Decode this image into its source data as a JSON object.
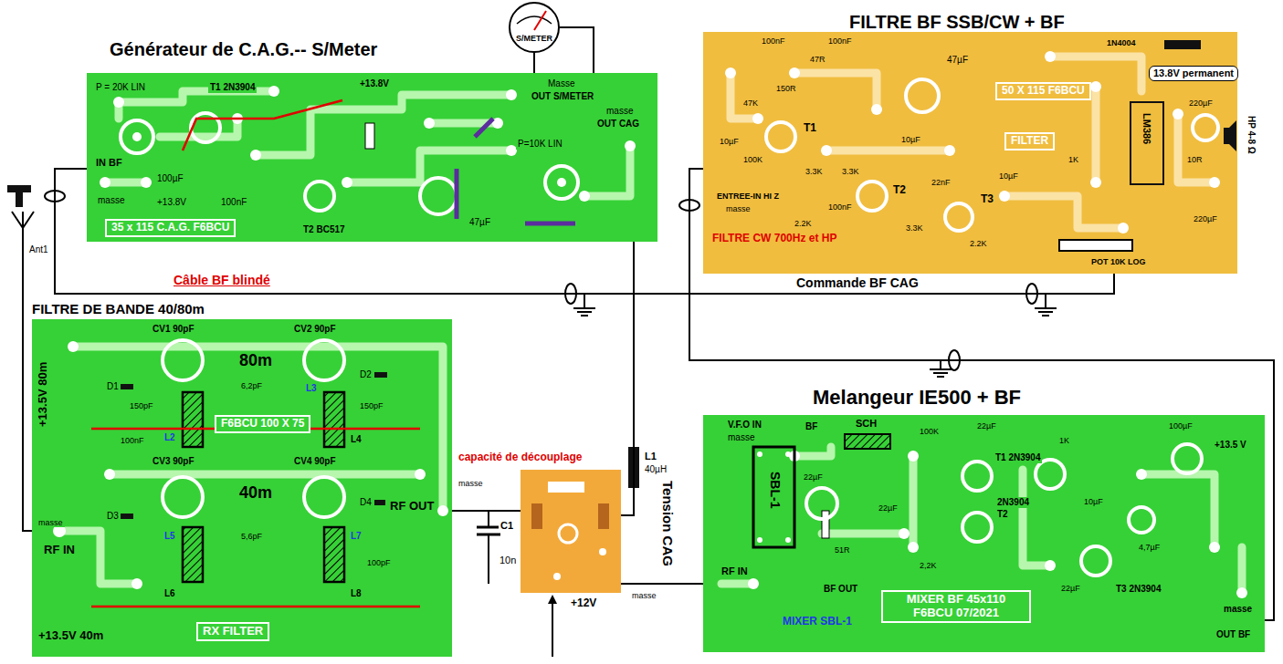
{
  "diagram": {
    "nodes": [
      {
        "text": [
          "Générateur de C.A.G.-- S/Meter",
          "35 x 115 C.A.G. F6BCU"
        ]
      },
      {
        "text": [
          "S/METER"
        ]
      },
      {
        "text": [
          "FILTRE BF SSB/CW + BF",
          "50 X 115 F6BCU",
          "FILTER",
          "FILTRE CW 700Hz et HP"
        ]
      },
      {
        "text": [
          "FILTRE DE BANDE 40/80m",
          "F6BCU 100 X 75",
          "RX FILTER"
        ]
      },
      {
        "text": [
          "+12V"
        ]
      },
      {
        "text": [
          "Melangeur IE500 + BF",
          "MIXER BF 45x110 F6BCU 07/2021"
        ]
      }
    ],
    "edges": [
      {
        "from": 1,
        "to": 0,
        "arrow": "none"
      },
      {
        "from": 0,
        "to": 4,
        "label": "Tension CAG",
        "arrow": "none"
      },
      {
        "from": 3,
        "to": 4,
        "arrow": "none"
      },
      {
        "from": 4,
        "to": 5,
        "arrow": "none"
      },
      {
        "from": 5,
        "to": 2,
        "arrow": "none"
      },
      {
        "from": 2,
        "to": 0,
        "label": "Câble BF blindé",
        "arrow": "none"
      }
    ],
    "labels": [
      "P = 20K LIN",
      "T1 2N3904",
      "+13.8V",
      "Masse",
      "OUT S/METER",
      "masse",
      "OUT CAG",
      "P=10K LIN",
      "IN BF",
      "masse",
      "+13.8V",
      "100µF",
      "100nF",
      "47µF",
      "T2 BC517",
      "100nF",
      "47R",
      "100nF",
      "47µF",
      "1N4004",
      "13.8V permanent",
      "47K",
      "150R",
      "10µF",
      "100K",
      "T1",
      "10µF",
      "ENTREE-IN HI Z",
      "masse",
      "3.3K",
      "3.3K",
      "2.2K",
      "T2",
      "100nF",
      "3.3K",
      "22nF",
      "T3",
      "10µF",
      "2.2K",
      "1K",
      "LM386",
      "220µF",
      "10R",
      "220µF",
      "HP 4-8 Ω",
      "POT 10K LOG",
      "Commande BF CAG",
      "+13.5V 80m",
      "CV1 90pF",
      "CV2 90pF",
      "80m",
      "D1",
      "D2",
      "150pF",
      "6,2pF",
      "150pF",
      "L2",
      "L3",
      "L4",
      "100nF",
      "masse",
      "CV3 90pF",
      "CV4 90pF",
      "40m",
      "D3",
      "D4",
      "RF IN",
      "RF OUT",
      "L5",
      "5,6pF",
      "L7",
      "100pF",
      "L6",
      "L8",
      "+13.5V 40m",
      "masse",
      "capacité de découplage",
      "C1",
      "10n",
      "L1",
      "40µH",
      "Ant1",
      "masse",
      "V.F.O IN",
      "masse",
      "BF",
      "SCH",
      "SBL-1",
      "RF IN",
      "51R",
      "BF OUT",
      "MIXER SBL-1",
      "100K",
      "22µF",
      "T1 2N3904",
      "22µF",
      "22µF",
      "2N3904",
      "T2",
      "10µF",
      "100µF",
      "+13.5 V",
      "1K",
      "4,7µF",
      "22µF",
      "T3 2N3904",
      "masse",
      "OUT BF",
      "2,2K"
    ]
  }
}
